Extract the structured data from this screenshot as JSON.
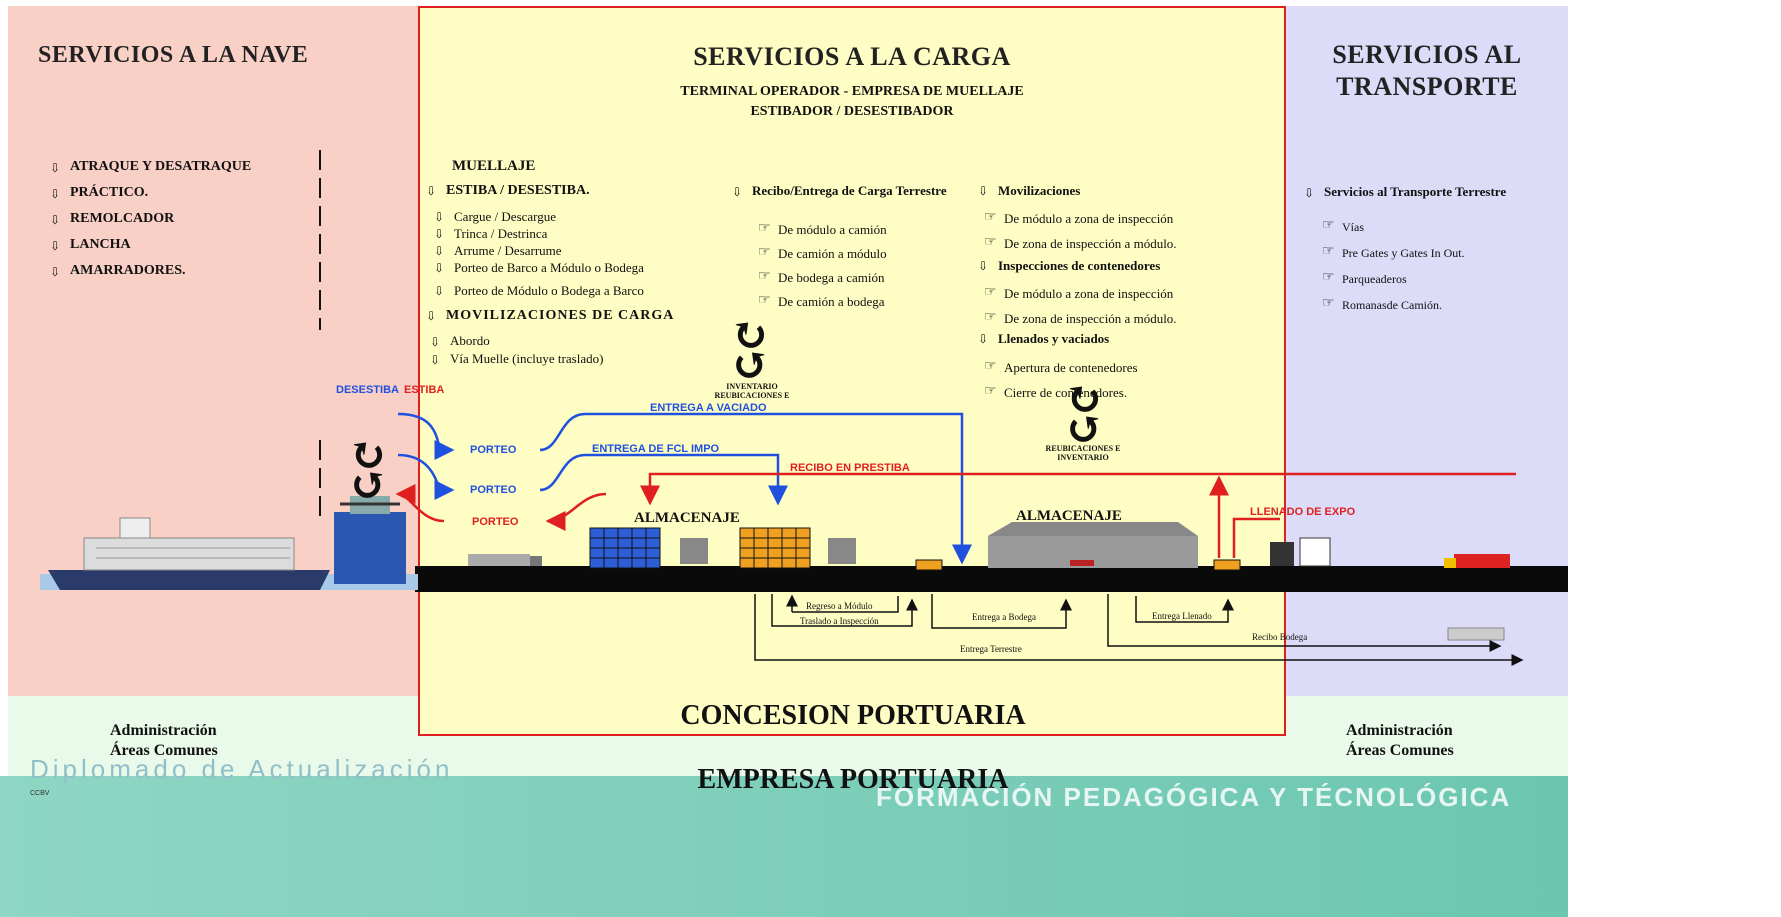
{
  "nave": {
    "title": "SERVICIOS A LA NAVE",
    "items": [
      "ATRAQUE Y DESATRAQUE",
      "PRÁCTICO.",
      "REMOLCADOR",
      "LANCHA",
      "AMARRADORES."
    ]
  },
  "carga": {
    "title": "SERVICIOS A LA CARGA",
    "subtitle1": "TERMINAL OPERADOR - EMPRESA DE MUELLAJE",
    "subtitle2": "ESTIBADOR / DESESTIBADOR",
    "muellaje": "MUELLAJE",
    "estiba_header": "ESTIBA / DESESTIBA.",
    "estiba_items": [
      "Cargue / Descargue",
      "Trinca / Destrinca",
      "Arrume / Desarrume",
      "Porteo de Barco a Módulo o Bodega",
      "Porteo de Módulo o Bodega a Barco"
    ],
    "movil_carga_header": "MOVILIZACIONES DE CARGA",
    "movil_carga_items": [
      "Abordo",
      "Vía Muelle (incluye traslado)"
    ],
    "recibo_header": "Recibo/Entrega de Carga Terrestre",
    "recibo_items": [
      "De módulo a camión",
      "De camión a módulo",
      "De bodega a camión",
      "De camión a bodega"
    ],
    "movil_header": "Movilizaciones",
    "movil_items": [
      "De módulo a zona de inspección",
      "De zona de inspección a módulo."
    ],
    "insp_header": "Inspecciones de contenedores",
    "insp_items": [
      "De módulo a zona de inspección",
      "De zona de inspección a módulo."
    ],
    "llenados_header": "Llenados y vaciados",
    "llenados_items": [
      "Apertura de contenedores",
      "Cierre de contenedores."
    ]
  },
  "transporte": {
    "title_line1": "SERVICIOS AL",
    "title_line2": "TRANSPORTE",
    "header": "Servicios al Transporte Terrestre",
    "items": [
      "Vías",
      "Pre Gates y Gates In Out.",
      "Parqueaderos",
      "Romanasde Camión."
    ]
  },
  "flow": {
    "desestiba": "DESESTIBA",
    "estiba": "ESTIBA",
    "porteo": "PORTEO",
    "entrega_vaciado": "ENTREGA A VACIADO",
    "entrega_fcl": "ENTREGA DE FCL IMPO",
    "recibo_prestiba": "RECIBO EN PRESTIBA",
    "llenado_expo": "LLENADO DE EXPO",
    "almacenaje": "ALMACENAJE",
    "inventario_1": "INVENTARIO REUBICACIONES E",
    "reubicaciones_2": "REUBICACIONES E INVENTARIO",
    "regreso_modulo": "Regreso a Módulo",
    "traslado_inspeccion": "Traslado a Inspección",
    "entrega_bodega": "Entrega a Bodega",
    "entrega_llenado": "Entrega Llenado",
    "recibo_bodega": "Recibo Bodega",
    "entrega_terrestre": "Entrega Terrestre"
  },
  "footer": {
    "concesion": "CONCESION PORTUARIA",
    "empresa": "EMPRESA PORTUARIA",
    "admin_line1": "Administración",
    "admin_line2": "Áreas Comunes",
    "diploma": "Diplomado de Actualización",
    "formacion": "FORMACIÓN PEDAGÓGICA Y TÉCNOLÓGICA",
    "logo_text": "CCBV"
  },
  "colors": {
    "nave_bg": "#f9d0c6",
    "carga_bg": "#fdfdc4",
    "transporte_bg": "#dcdcf8",
    "bottom_bg": "#eafaea",
    "band_bg": "#74c9b4",
    "red": "#e02020",
    "blue": "#2050e0"
  }
}
